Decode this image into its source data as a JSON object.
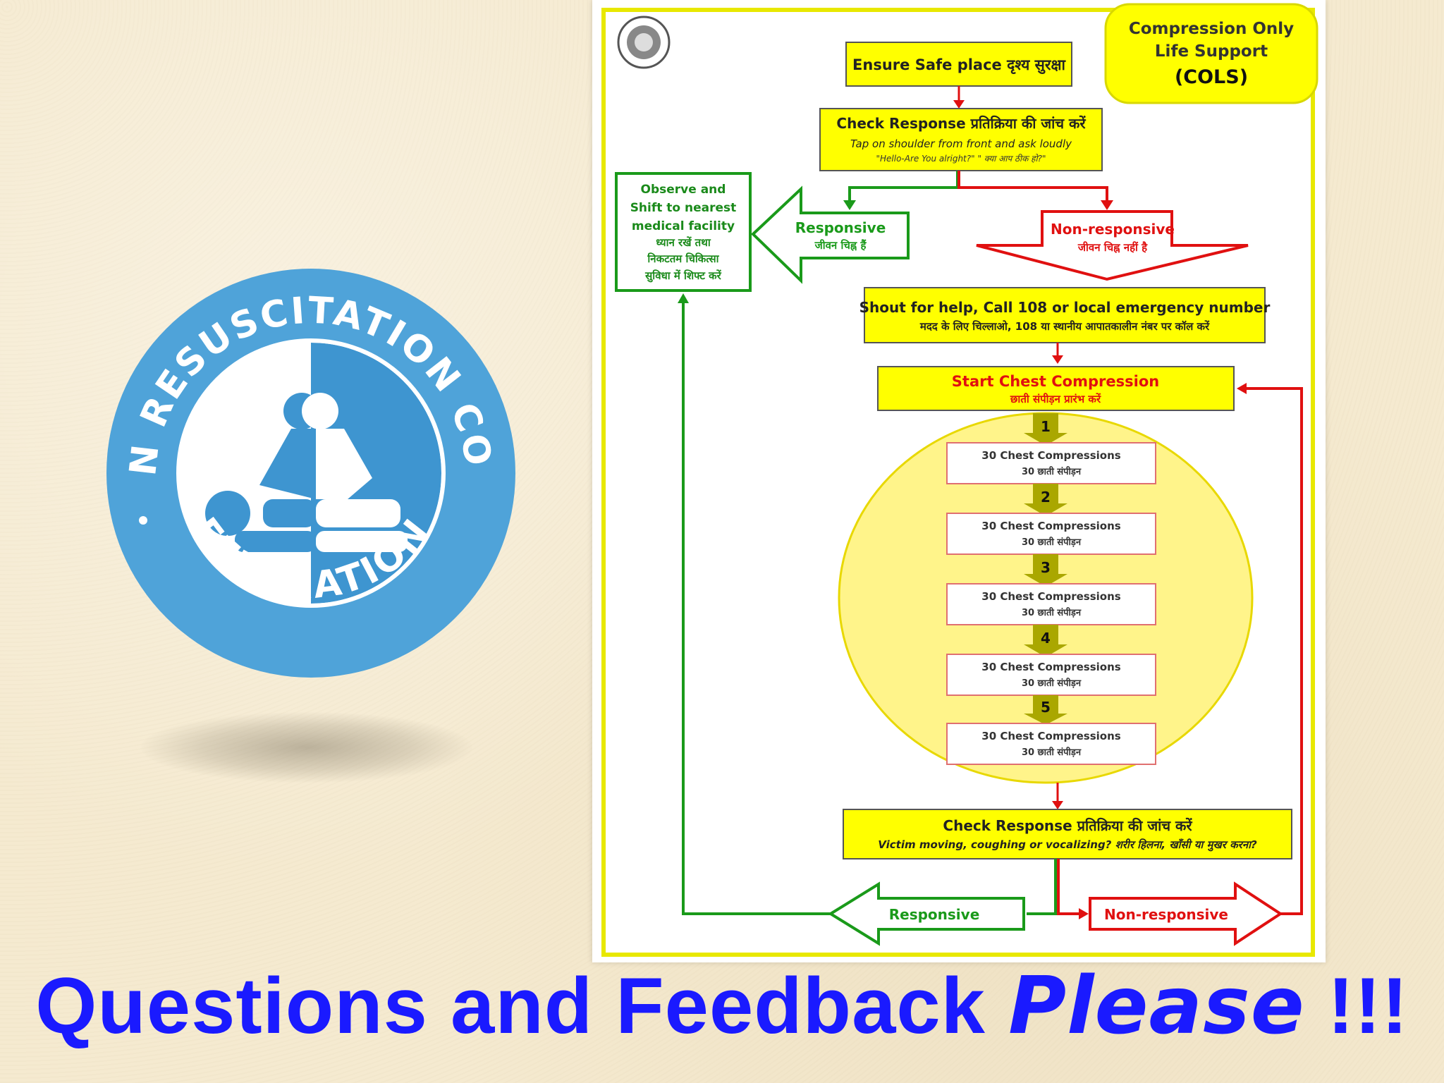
{
  "logo": {
    "ring_text_top": "INDIAN RESUSCITATION COUNCIL",
    "ring_text_bottom": "FEDERATION",
    "colors": {
      "ring": "#4fa3d9",
      "inner": "#3e95d0",
      "white": "#ffffff"
    }
  },
  "flowchart": {
    "title": {
      "line1": "Compression Only",
      "line2": "Life Support",
      "line3": "(COLS)"
    },
    "step_safe": "Ensure Safe place दृश्य सुरक्षा",
    "step_check": {
      "title": "Check Response   प्रतिक्रिया की जांच करें",
      "sub1": "Tap on shoulder from front and ask loudly",
      "sub2": "\"Hello-Are You alright?\"  \" क्या आप ठीक हो?\""
    },
    "observe": {
      "lines": [
        "Observe and",
        "Shift to nearest",
        "medical facility",
        "ध्यान रखें तथा",
        "निकटतम चिकित्सा",
        "सुविधा में शिफ्ट करें"
      ]
    },
    "responsive_top": {
      "en": "Responsive",
      "hi": "जीवन चिह्न हैं"
    },
    "nonresponsive_top": {
      "en": "Non-responsive",
      "hi": "जीवन चिह्न नहीं है"
    },
    "shout": {
      "en": "Shout for help, Call  108 or local emergency number",
      "hi": "मदद के लिए चिल्लाओ, 108 या स्थानीय आपातकालीन नंबर पर कॉल करें"
    },
    "start_cc": {
      "en": "Start Chest Compression",
      "hi": "छाती संपीड़न प्रारंभ करें"
    },
    "cycles": [
      {
        "num": "1",
        "en": "30 Chest Compressions",
        "hi": "30 छाती संपीड़न"
      },
      {
        "num": "2",
        "en": "30 Chest Compressions",
        "hi": "30 छाती संपीड़न"
      },
      {
        "num": "3",
        "en": "30 Chest Compressions",
        "hi": "30 छाती संपीड़न"
      },
      {
        "num": "4",
        "en": "30 Chest Compressions",
        "hi": "30 छाती संपीड़न"
      },
      {
        "num": "5",
        "en": "30 Chest Compressions",
        "hi": "30 छाती संपीड़न"
      }
    ],
    "recheck": {
      "title": "Check Response प्रतिक्रिया की जांच करें",
      "sub": "Victim moving, coughing or vocalizing?  शरीर हिलना, खाँसी या मुखर करना?"
    },
    "responsive_bottom": "Responsive",
    "nonresponsive_bottom": "Non-responsive",
    "colors": {
      "yellow": "#ffff00",
      "green": "#1a9a1a",
      "red": "#e01010",
      "circle": "#fff48a",
      "border": "#e8e800"
    }
  },
  "closing": {
    "main": "Questions and Feedback ",
    "please": "Please",
    "suffix": "  !!!"
  }
}
